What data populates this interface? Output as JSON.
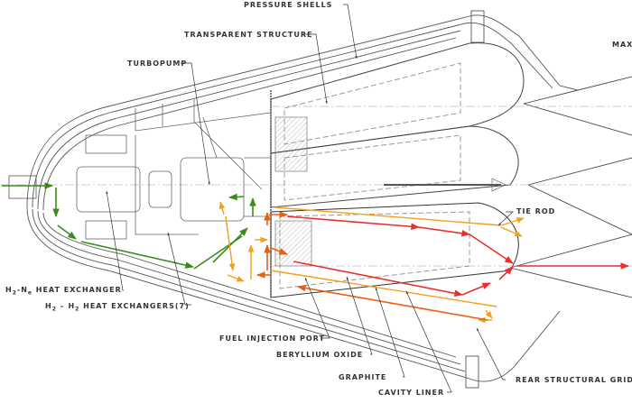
{
  "diagram": {
    "type": "engine-cross-section",
    "labels": {
      "pressure_shells": "PRESSURE SHELLS",
      "transparent_structure": "TRANSPARENT STRUCTURE",
      "turbopump": "TURBOPUMP",
      "maxi": "MAXI",
      "tie_rod": "TIE ROD",
      "h2_ne_hx": {
        "h": "H",
        "s1": "2",
        "mid": "-N",
        "s2": "e",
        "rest": " HEAT EXCHANGER"
      },
      "h2_h2_hx": {
        "h1": "H",
        "s1": "2",
        "mid": " – H",
        "s2": "2",
        "rest": " HEAT EXCHANGERS(7)"
      },
      "fuel_injection_port": "FUEL INJECTION PORT",
      "beryllium_oxide": "BERYLLIUM OXIDE",
      "graphite": "GRAPHITE",
      "cavity_liner": "CAVITY LINER",
      "rear_structural_grid": "REAR STRUCTURAL GRID"
    },
    "flow_colors": {
      "green": "#3a8c1a",
      "orange": "#f0a020",
      "red": "#e83030",
      "dark_orange": "#e86010"
    },
    "line_color": "#555555"
  }
}
